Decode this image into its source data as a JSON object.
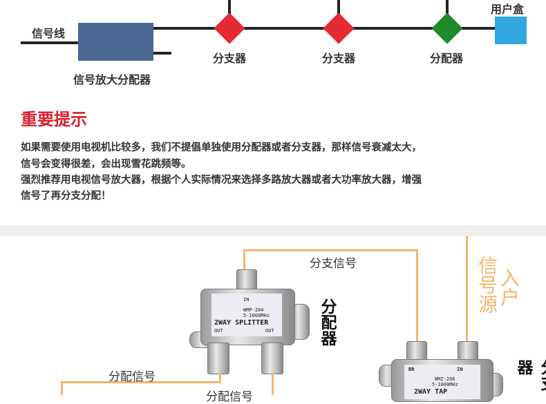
{
  "diagram": {
    "signal_line": "信号线",
    "amplifier": "信号放大分配器",
    "tap1": "分支器",
    "tap2": "分支器",
    "splitter": "分配器",
    "user_box": "用户盒",
    "colors": {
      "amp": "#4a6893",
      "tap": "#e52a33",
      "splitter": "#1f8a2a",
      "user_box": "#32a6e0"
    }
  },
  "notice": {
    "title": "重要提示",
    "lines": [
      "如果需要使用电视机比较多，我们不提倡单独使用分配器或者分支器，那样信号衰减太大，",
      "信号会变得很差，会出现雪花跳频等。",
      "强烈推荐用电视信号放大器，根据个人实际情况来选择多路放大器或者大功率放大器，增强",
      "信号了再分支分配！"
    ]
  },
  "photo": {
    "branch_signal": "分支信号",
    "source_in_a": "信号源",
    "source_in_b": "入户",
    "splitter_label": "分配器",
    "split_signal_1": "分配信号",
    "split_signal_2": "分配信号",
    "tap_label": "分支器",
    "splitter_card": {
      "in": "IN",
      "model": "WMP-204",
      "freq": "5-1000MHz",
      "name": "2WAY SPLITTER",
      "out1": "OUT",
      "out2": "OUT"
    },
    "tap_card": {
      "br": "BR",
      "in": "IN",
      "model": "WMZ-206",
      "freq": "5-1000MHz",
      "name": "2WAY TAP"
    }
  }
}
